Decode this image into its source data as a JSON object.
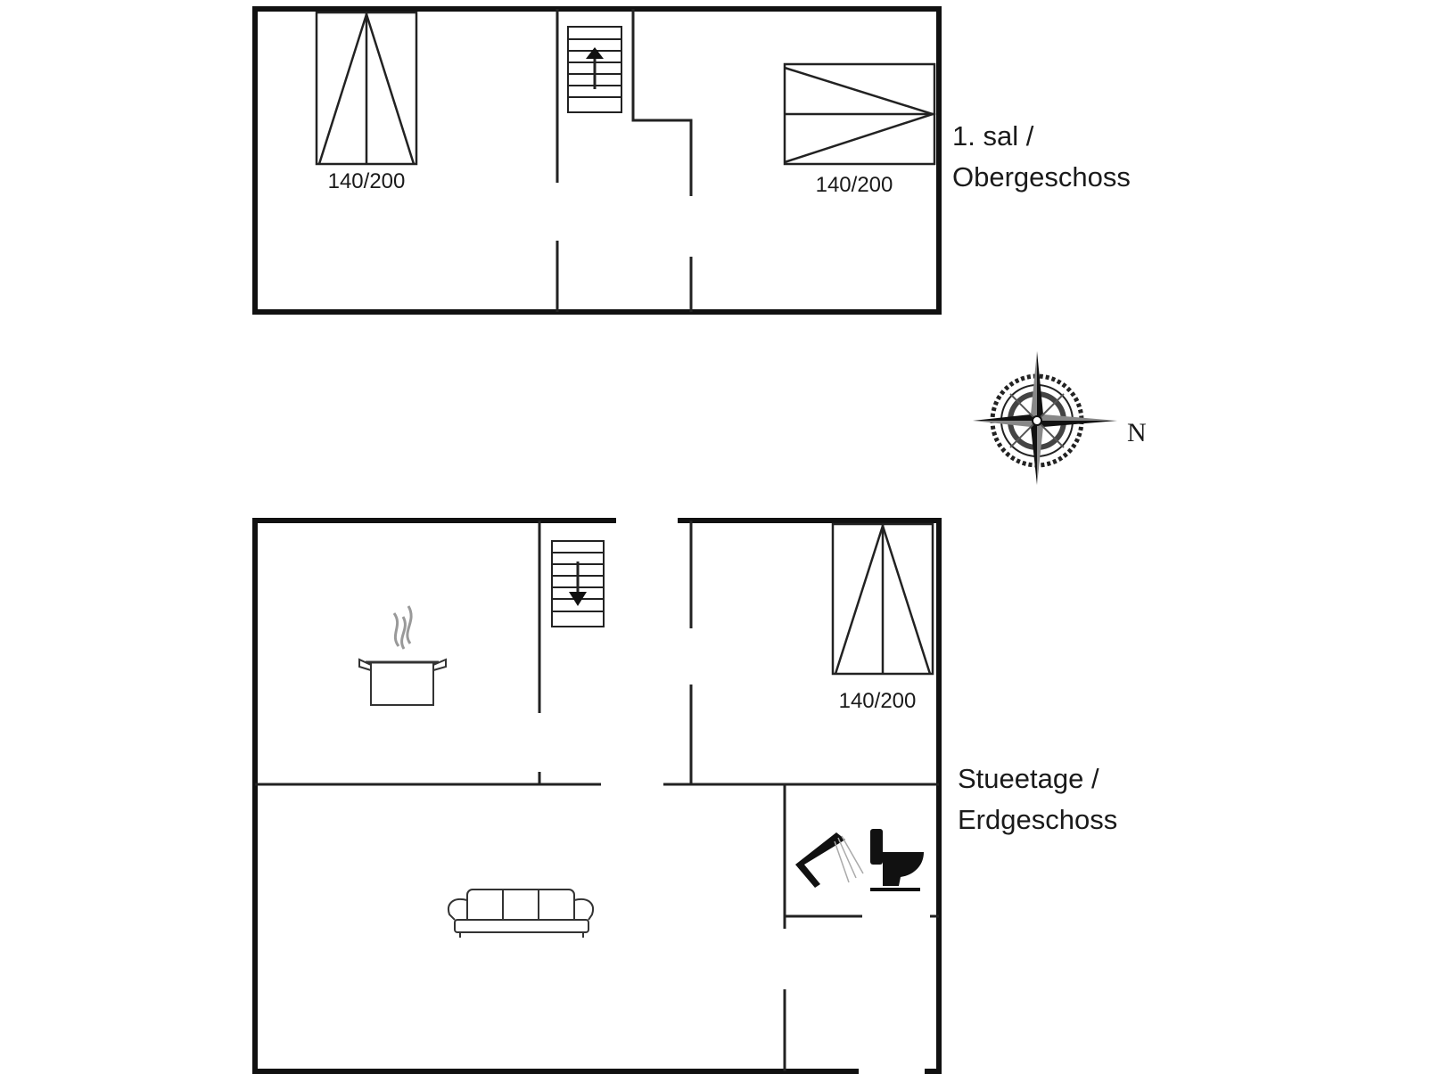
{
  "floors": [
    {
      "id": "upper",
      "name_line1": "1. sal /",
      "name_line2": "Obergeschoss"
    },
    {
      "id": "ground",
      "name_line1": "Stueetage /",
      "name_line2": "Erdgeschoss"
    }
  ],
  "beds": [
    {
      "floor": "upper",
      "label": "140/200"
    },
    {
      "floor": "upper",
      "label": "140/200"
    },
    {
      "floor": "ground",
      "label": "140/200"
    }
  ],
  "compass": {
    "north_label": "N"
  },
  "icons": [
    "stairs-up-icon",
    "stairs-down-icon",
    "bed-icon",
    "cooking-pot-icon",
    "sofa-icon",
    "shower-icon",
    "toilet-icon",
    "compass-rose-icon"
  ],
  "colors": {
    "wall": "#111111",
    "line": "#222222",
    "background": "#ffffff"
  }
}
